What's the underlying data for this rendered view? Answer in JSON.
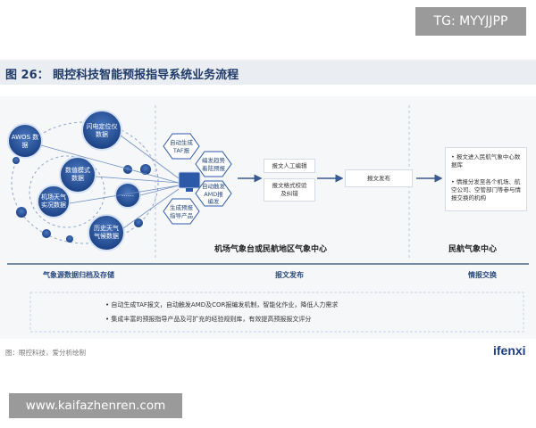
{
  "watermarks": {
    "top": "TG: MYYJJPP",
    "bottom": "www.kaifazhenren.com"
  },
  "figure": {
    "title": "图 26：  眼控科技智能预报指导系统业务流程",
    "source": "图：眼控科技，爱分析绘制",
    "logo": "ifenxi"
  },
  "data_sources": [
    {
      "label": "AWOS\n数据"
    },
    {
      "label": "闪电定位仪\n数据"
    },
    {
      "label": "数值模式\n数据"
    },
    {
      "label": "机场天气\n实况数据"
    },
    {
      "label": "……"
    },
    {
      "label": "历史天气\n气候数据"
    }
  ],
  "hexagons": [
    {
      "label": "自动生成\nTAF报"
    },
    {
      "label": "编发趋势\n着陆预报"
    },
    {
      "label": "自动触发\nAMD报\n编发"
    },
    {
      "label": "生成预报\n指导产品"
    }
  ],
  "report_boxes": [
    {
      "label": "报文人工编辑"
    },
    {
      "label": "报文格式校验\n及纠错"
    }
  ],
  "publish_box": {
    "label": "报文发布"
  },
  "exchange_box": {
    "lines": [
      "• 报文进入民航气象中心数据库",
      "• 情报分发至各个机场、航空公司、空管部门等参与情报交换的机构"
    ]
  },
  "section_titles": {
    "airport": "机场气象台或民航地区气象中心",
    "center": "民航气象中心"
  },
  "bands": [
    "气象源数据归档及存储",
    "报文发布",
    "情报交换"
  ],
  "bullets": [
    "• 自动生成TAF报文，自动触发AMD及COR报编发机制，智能化作业，降低人力需求",
    "• 集成丰富的预报指导产品及可扩充的经验规则库，有效提高预报报文评分"
  ],
  "colors": {
    "title": "#1f3a68",
    "accent": "#2a4a80",
    "circle_fill": "#1f4f9c"
  }
}
